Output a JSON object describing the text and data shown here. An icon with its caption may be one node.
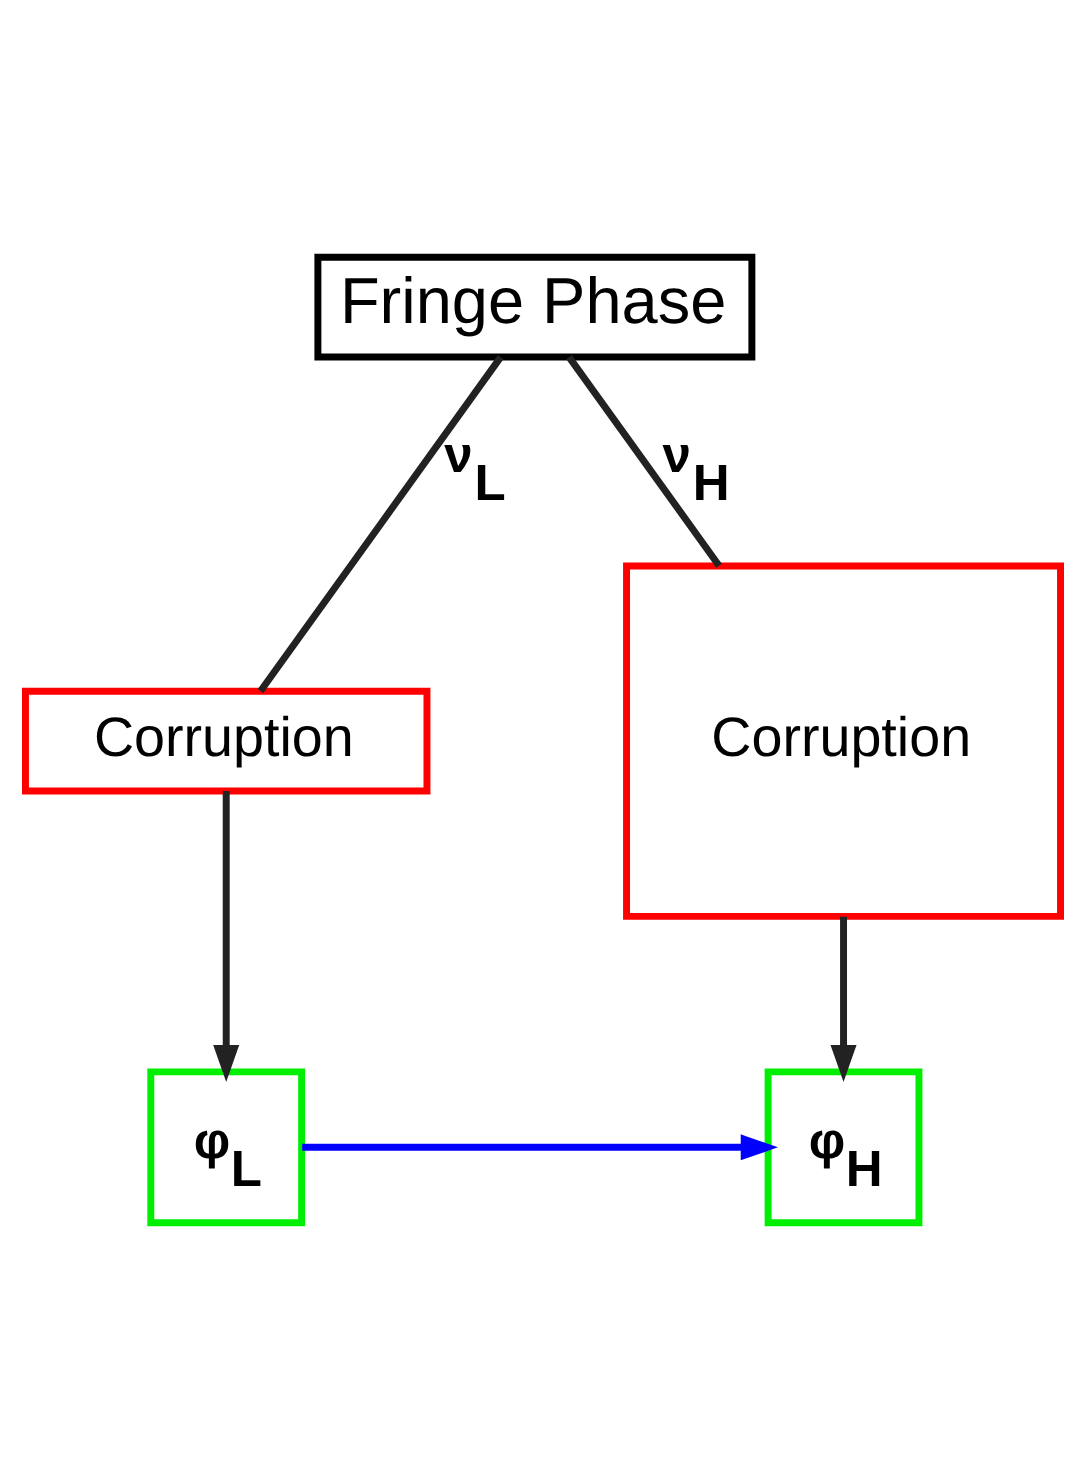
{
  "diagram": {
    "nodes": [
      {
        "text": [
          "Fringe Phase"
        ]
      },
      {
        "text": [
          "Corruption"
        ]
      },
      {
        "text": [
          "Corruption"
        ]
      },
      {
        "text": [
          "φ$_{L}$"
        ]
      },
      {
        "text": [
          "φ$_{H}$"
        ]
      }
    ],
    "edges": [
      {
        "from": 0,
        "to": 1,
        "arrow": "none",
        "label": "ν$_{L}$"
      },
      {
        "from": 0,
        "to": 2,
        "arrow": "none",
        "label": "ν$_{H}$"
      },
      {
        "from": 1,
        "to": 3,
        "arrow": "to"
      },
      {
        "from": 2,
        "to": 4,
        "arrow": "to"
      },
      {
        "from": 3,
        "to": 4,
        "arrow": "to",
        "color": "#0000ff"
      }
    ]
  }
}
